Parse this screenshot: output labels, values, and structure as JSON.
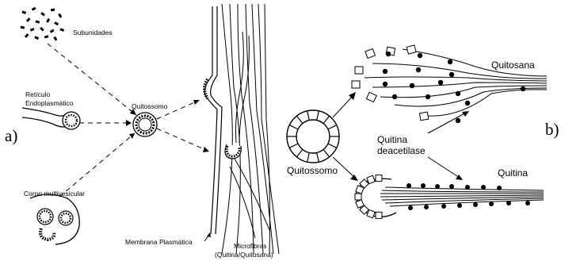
{
  "panel_labels": {
    "left": "a)",
    "right": "b)"
  },
  "left_panel": {
    "subunits": "Subunidades",
    "er_line1": "Retículo",
    "er_line2": "Endoplasmático",
    "chitosome": "Quitossomo",
    "mvb": "Corpo multivesicular",
    "membrane": "Membrana Plasmática",
    "microfibrils_line1": "Microfibras",
    "microfibrils_line2": "(Quitina/Quitosana)"
  },
  "right_panel": {
    "chitosan": "Quitosana",
    "deacetylase_line1": "Quitina",
    "deacetylase_line2": "deacetilase",
    "chitosome": "Quitossomo",
    "chitin": "Quitina"
  }
}
